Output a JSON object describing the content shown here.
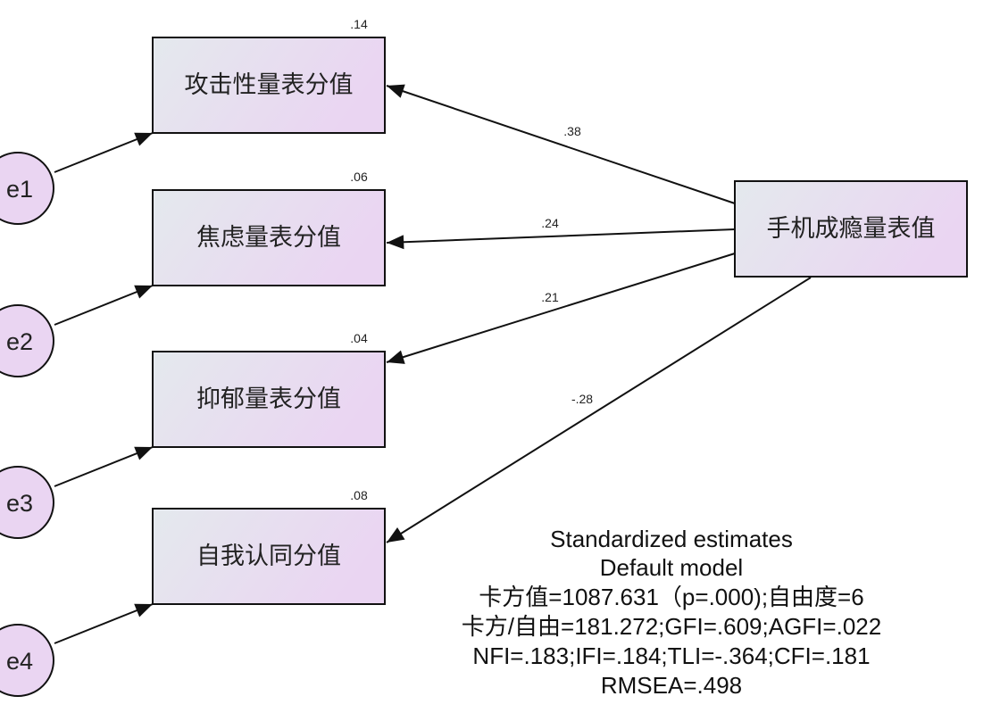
{
  "diagram": {
    "observed": [
      {
        "label": "攻击性量表分值",
        "r2": ".14"
      },
      {
        "label": "焦虑量表分值",
        "r2": ".06"
      },
      {
        "label": "抑郁量表分值",
        "r2": ".04"
      },
      {
        "label": "自我认同分值",
        "r2": ".08"
      }
    ],
    "errors": [
      "e1",
      "e2",
      "e3",
      "e4"
    ],
    "predictor": {
      "label": "手机成瘾量表值"
    },
    "paths": [
      {
        "from": "手机成瘾量表值",
        "to": "攻击性量表分值",
        "coef": ".38"
      },
      {
        "from": "手机成瘾量表值",
        "to": "焦虑量表分值",
        "coef": ".24"
      },
      {
        "from": "手机成瘾量表值",
        "to": "抑郁量表分值",
        "coef": ".21"
      },
      {
        "from": "手机成瘾量表值",
        "to": "自我认同分值",
        "coef": "-.28"
      }
    ],
    "fit_text": [
      "Standardized estimates",
      "Default model",
      "卡方值=1087.631（p=.000);自由度=6",
      "卡方/自由=181.272;GFI=.609;AGFI=.022",
      "NFI=.183;IFI=.184;TLI=-.364;CFI=.181",
      "RMSEA=.498"
    ]
  },
  "colors": {
    "box_gradient_start": "#e4e9ed",
    "box_gradient_end": "#ead5f2",
    "circle_fill": "#ead5f2",
    "stroke": "#111111"
  }
}
